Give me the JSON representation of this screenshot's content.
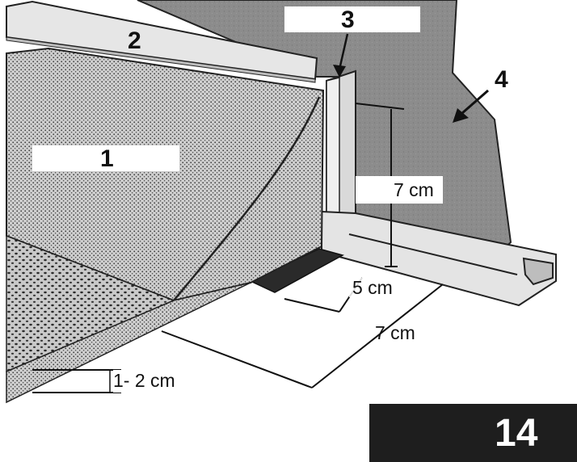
{
  "labels": {
    "material": "1",
    "profile_bar": "2",
    "wall_strip": "3",
    "wall": "4"
  },
  "dimensions": {
    "height": "7 cm",
    "gap": "5 cm",
    "width": "7 cm",
    "thickness": "1- 2 cm"
  },
  "figure_number": "14"
}
